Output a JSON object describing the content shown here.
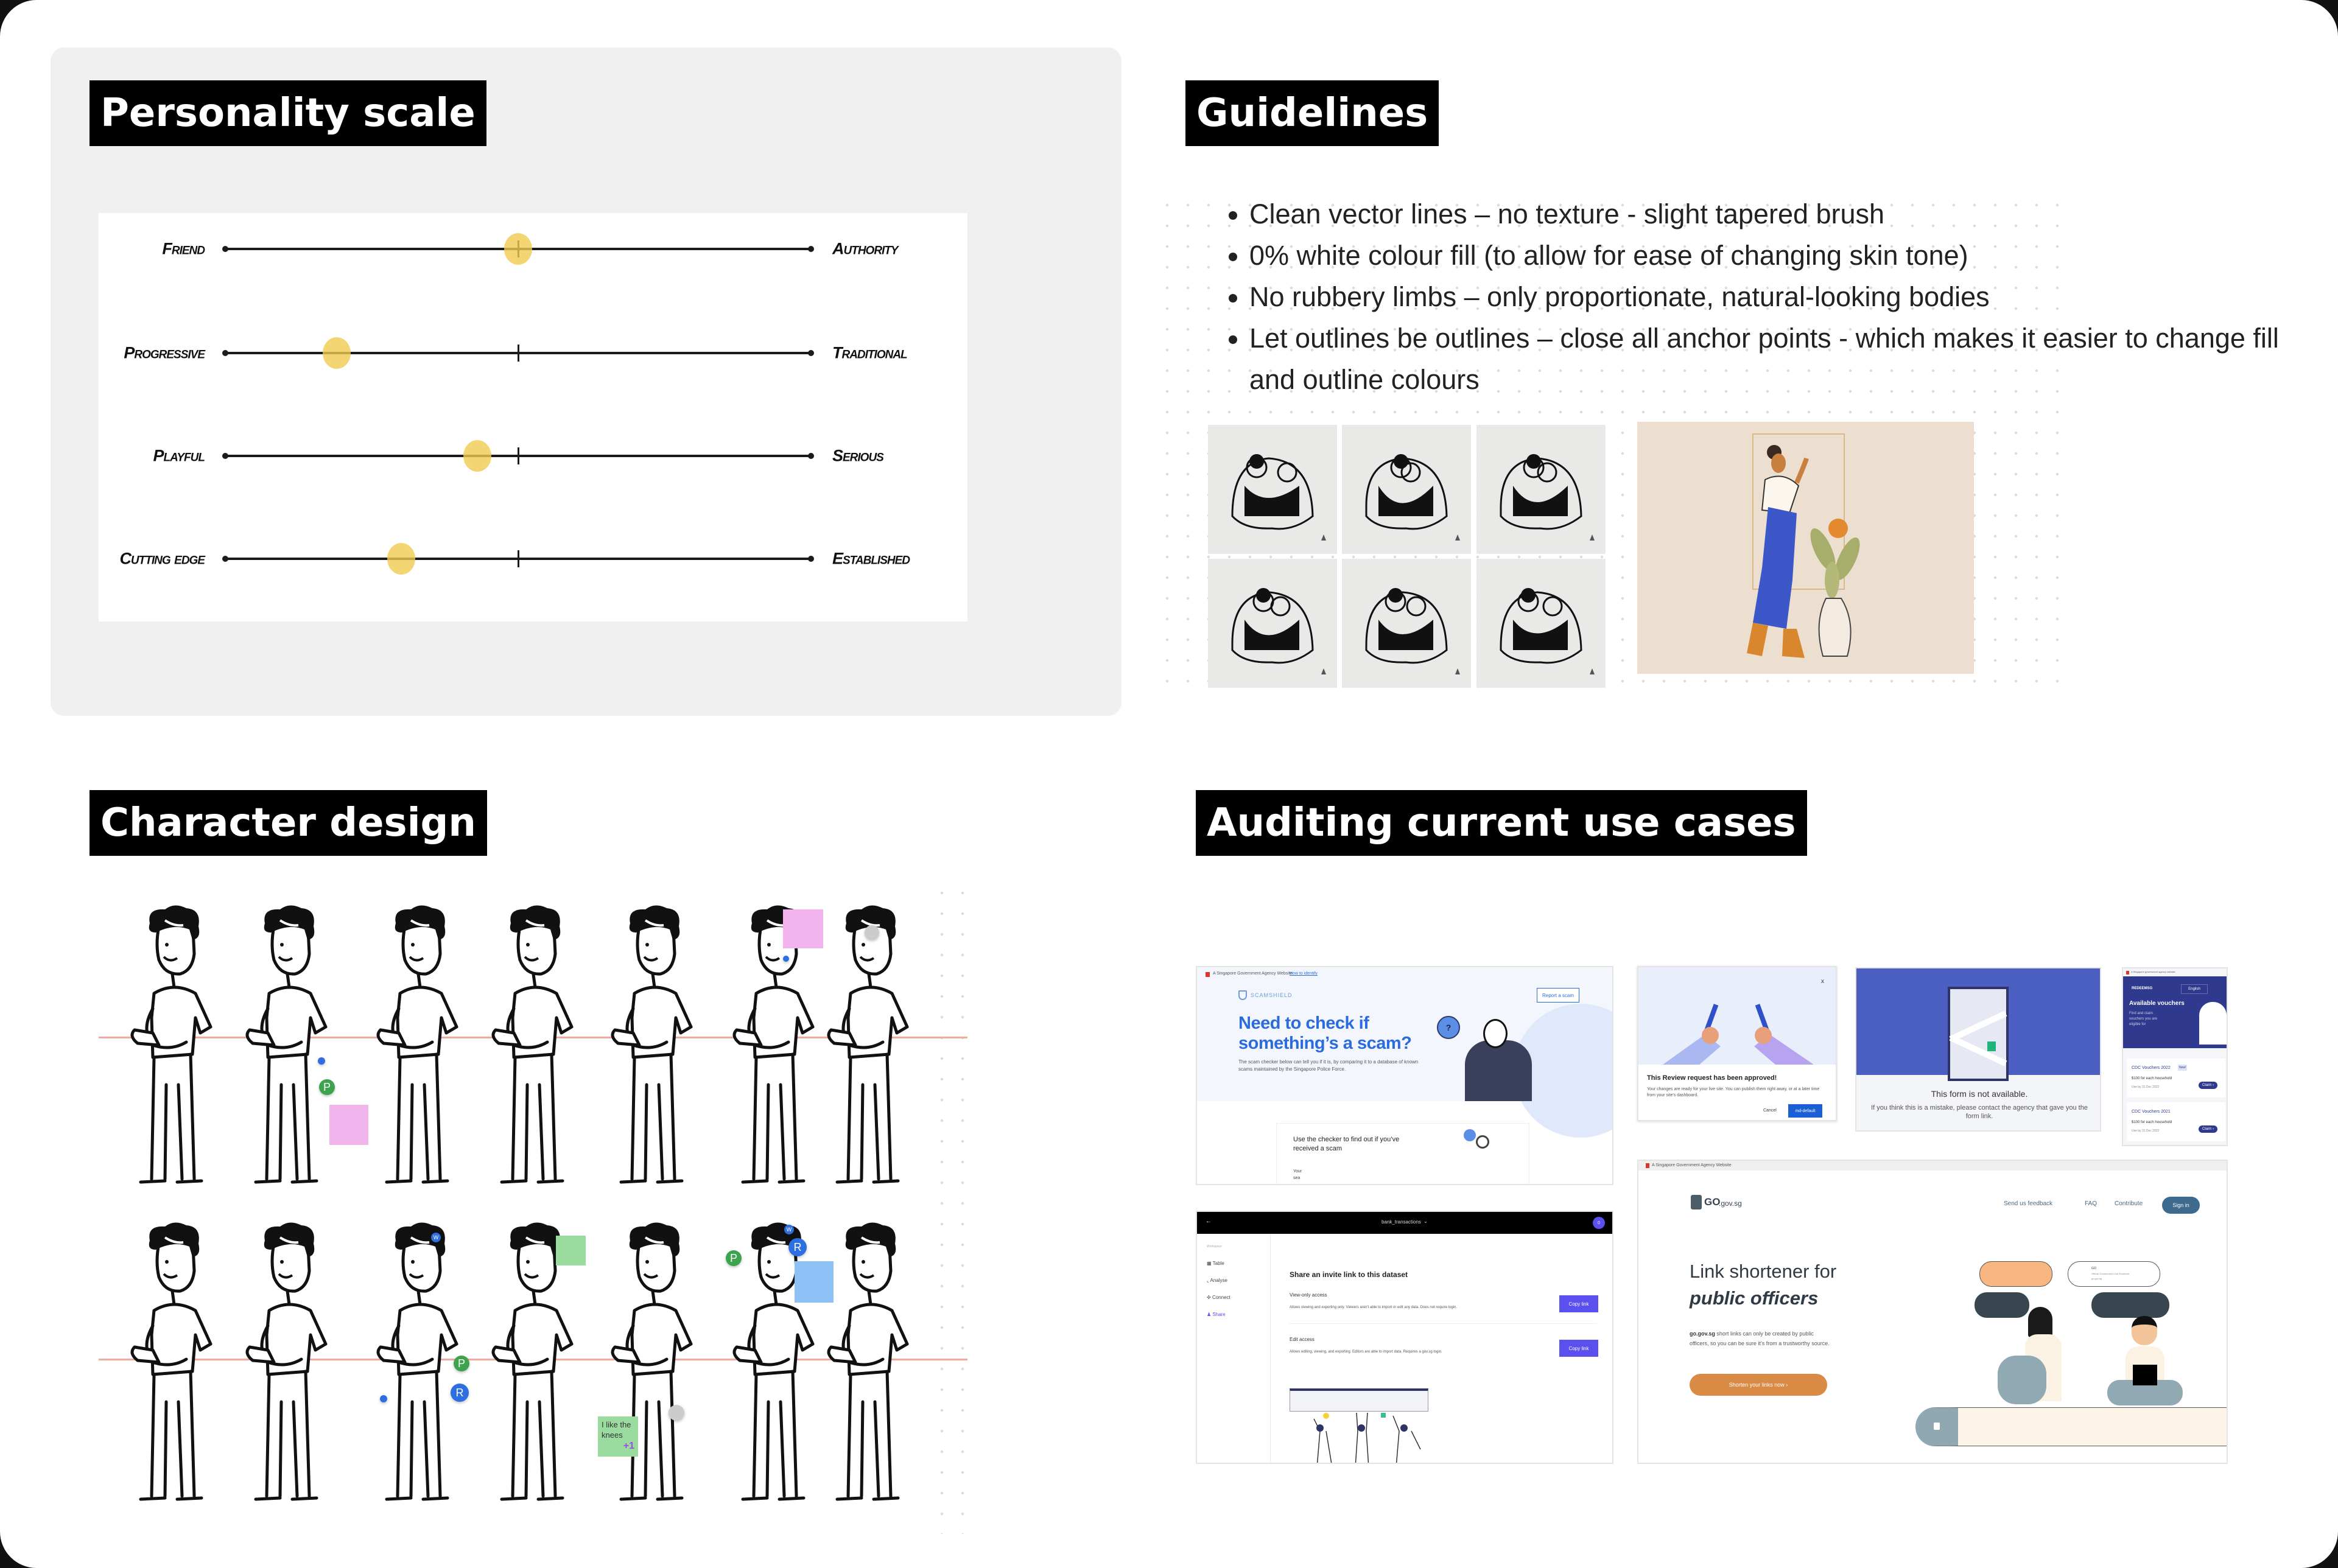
{
  "personality": {
    "title": "Personality scale",
    "knob_color": "#f0ca50",
    "scales": [
      {
        "left": "Friend",
        "right": "Authority",
        "value": 0.5
      },
      {
        "left": "Progressive",
        "right": "Traditional",
        "value": 0.19
      },
      {
        "left": "Playful",
        "right": "Serious",
        "value": 0.43
      },
      {
        "left": "Cutting edge",
        "right": "Established",
        "value": 0.3
      }
    ]
  },
  "guidelines": {
    "title": "Guidelines",
    "bullets": [
      "Clean vector lines – no texture - slight tapered brush",
      "0% white colour fill (to allow for ease of changing skin tone)",
      "No rubbery limbs – only proportionate, natural-looking bodies",
      "Let outlines be outlines – close all anchor points - which makes it easier to change fill and outline colours"
    ]
  },
  "character_design": {
    "title": "Character design",
    "note_knees": "I like the knees",
    "note_plus": "+1",
    "avatars": [
      "P",
      "P",
      "R",
      "P",
      "R",
      "W",
      "W"
    ],
    "guide_color": "#f1a9a0"
  },
  "audit": {
    "title": "Auditing current use cases",
    "scamshield": {
      "gov_banner": "A Singapore Government Agency Website",
      "how_to_identify": "How to identify",
      "logo": "SCAMSHIELD",
      "report_button": "Report a scam",
      "heading": "Need to check if something’s a scam?",
      "desc": "The scam checker below can tell you if it is, by comparing it to a database of known scams maintained by the Singapore Police Force.",
      "card_title": "Use the checker to find out if you’ve received a scam",
      "input_label": "Your sea"
    },
    "review": {
      "close": "x",
      "title": "This Review request has been approved!",
      "desc": "Your changes are ready for your live site. You can publish them right away, or at a later time from your site's dashboard.",
      "cancel": "Cancel",
      "primary": "md-default"
    },
    "form": {
      "title": "This form is not available.",
      "desc": "If you think this is a mistake, please contact the agency that gave you the form link."
    },
    "redeem": {
      "gov_banner": "A Singapore government agency website",
      "logo": "REDEEMSG",
      "language": "English",
      "heading": "Available vouchers",
      "sub": "Find and claim vouchers you are eligible for",
      "vouchers": [
        {
          "name": "CDC Vouchers 2022",
          "badge": "New!",
          "amount": "$100 for each household",
          "expiry": "Use by 31 Dec 2022",
          "claim": "Claim ›"
        },
        {
          "name": "CDC Vouchers 2021",
          "amount": "$100 for each household",
          "expiry": "Use by 31 Dec 2022",
          "claim": "Claim ›"
        }
      ]
    },
    "share": {
      "dataset": "bank_transactions",
      "avatar": "0",
      "workspace": "Workspace",
      "nav": [
        "Table",
        "Analyse",
        "Connect",
        "Share"
      ],
      "heading": "Share an invite link to this dataset",
      "view_title": "View-only access",
      "view_desc": "Allows viewing and exporting only. Viewers aren't able to import or edit any data. Does not require login.",
      "edit_title": "Edit access",
      "edit_desc": "Allows editing, viewing, and exporting. Editors are able to import data. Requires a gov.sg login.",
      "copy": "Copy link",
      "accent": "#5b4ff0"
    },
    "gogov": {
      "gov_banner": "A Singapore Government Agency Website",
      "logo_main": "GO",
      "logo_sub": ".gov.sg",
      "nav": [
        "Send us feedback",
        "FAQ",
        "Contribute"
      ],
      "signin": "Sign in",
      "heading1": "Link shortener for",
      "heading2": "public officers",
      "desc_bold": "go.gov.sg",
      "desc": " short links can only be created by public officers, so you can be sure it’s from a trustworthy source.",
      "cta": "Shorten your links now ›",
      "bubble_title": "GO",
      "bubble_sub": "Official Government Link Shortener",
      "bubble_url": "go.gov.sg"
    }
  }
}
